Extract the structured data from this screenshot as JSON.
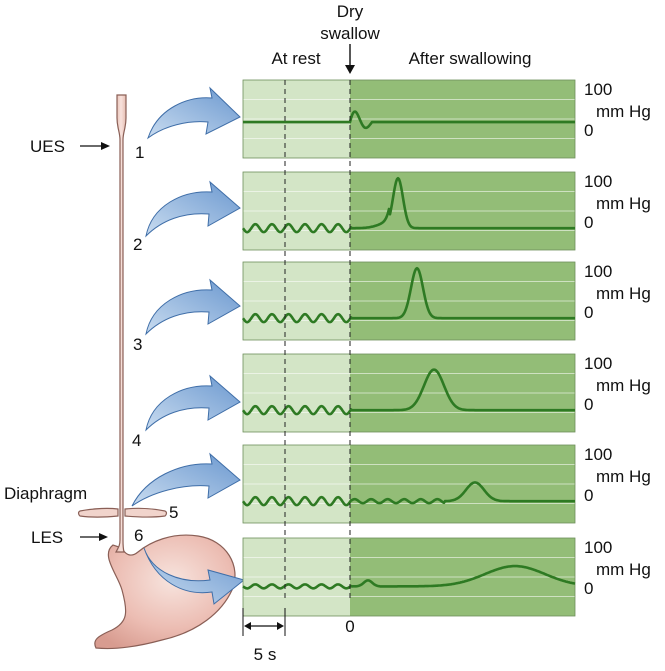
{
  "header": {
    "dry_line1": "Dry",
    "dry_line2": "swallow",
    "at_rest": "At rest",
    "after": "After swallowing"
  },
  "labels": {
    "ues": "UES",
    "diaphragm": "Diaphragm",
    "les": "LES",
    "scale_top": "100",
    "scale_unit": "mm Hg",
    "scale_zero": "0",
    "time_zero": "0",
    "time_scale": "5 s"
  },
  "sites": [
    "1",
    "2",
    "3",
    "4",
    "5",
    "6"
  ],
  "colors": {
    "rest_bg": "#d3e5c6",
    "after_bg": "#93bd77",
    "trace": "#2e7a23",
    "arrow": "#7da7d6",
    "esophagus": "#f1d4cc",
    "stomach": "#e9b6ad"
  }
}
